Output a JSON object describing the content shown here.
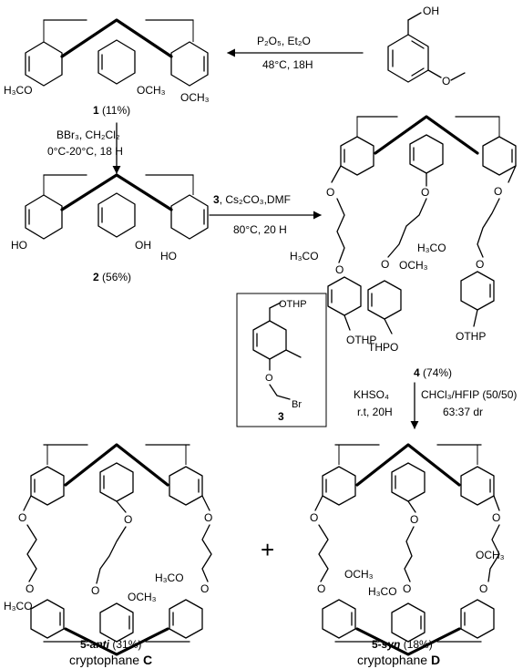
{
  "reagents": {
    "step1": {
      "line1": "P₂O₅, Et₂O",
      "line2": "48°C, 18H"
    },
    "step2": {
      "line1": "BBr₃, CH₂Cl₂",
      "line2": "0°C-20°C, 18 H"
    },
    "step3": {
      "num": "3",
      "rest": ", Cs₂CO₃,DMF",
      "line2": "80°C, 20 H"
    },
    "step4": {
      "left1": "KHSO₄",
      "left2": "r.t, 20H",
      "right1": "CHCl₃/HFIP (50/50)",
      "right2": "63:37 dr"
    }
  },
  "groups": {
    "oh": "OH",
    "ho": "HO",
    "h3co": "H₃CO",
    "och3": "OCH₃",
    "h3co_alt": "H₃CO",
    "o": "O",
    "othp": "OTHP",
    "thpo": "THPO",
    "br": "Br"
  },
  "compounds": {
    "c1": {
      "num": "1",
      "yield": " (11%)"
    },
    "c2": {
      "num": "2",
      "yield": " (56%)"
    },
    "c3": {
      "num": "3"
    },
    "c4": {
      "num": "4",
      "yield": " (74%)"
    },
    "c5anti": {
      "num": "5-",
      "tag": "anti",
      "yield": " (31%)",
      "caption_pre": "cryptophane ",
      "caption_letter": "C"
    },
    "c5syn": {
      "num": "5-",
      "tag": "syn",
      "yield": " (18%)",
      "caption_pre": "cryptophane ",
      "caption_letter": "D"
    }
  },
  "plus": "+"
}
